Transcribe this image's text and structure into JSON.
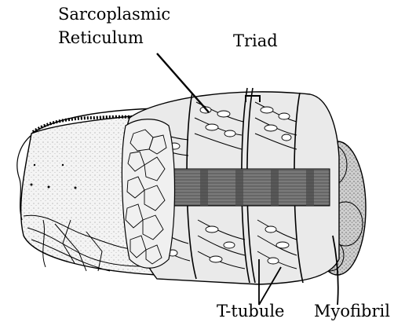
{
  "labels": {
    "sarcoplasmic_line1": "Sarcoplasmic",
    "sarcoplasmic_line2": "Reticulum",
    "triad": "Triad",
    "t_tubule": "T-tubule",
    "myofibril": "Myofibril"
  },
  "colors": {
    "ink": "#000000",
    "stipple": "#9a9a9a",
    "tissue_light": "#e4e4e4",
    "tissue_mid": "#b8b8b8",
    "tissue_dark": "#6a6a6a"
  }
}
